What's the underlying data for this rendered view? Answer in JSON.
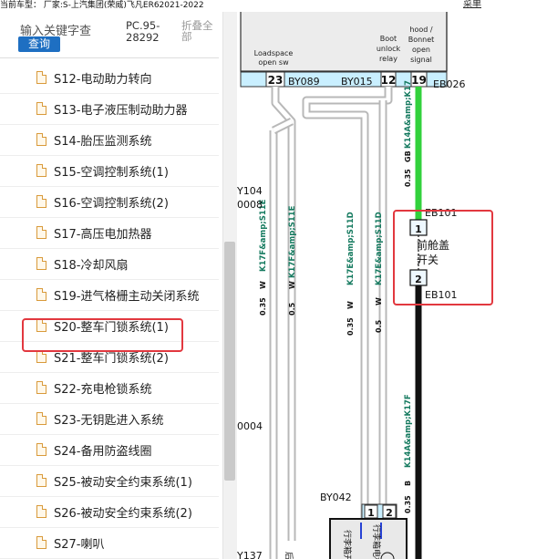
{
  "topbar": {
    "vehicle_text": "当前车型：  厂家:S-上汽集团(荣威)飞凡ER62021-2022"
  },
  "sidebar": {
    "search_placeholder": "输入关键字查",
    "search_button": "查询",
    "pc_code": "PC.95-28292",
    "collapse_all": "折叠全部",
    "items": [
      {
        "label": "S12-电动助力转向"
      },
      {
        "label": "S13-电子液压制动助力器"
      },
      {
        "label": "S14-胎压监测系统"
      },
      {
        "label": "S15-空调控制系统(1)"
      },
      {
        "label": "S16-空调控制系统(2)"
      },
      {
        "label": "S17-高压电加热器"
      },
      {
        "label": "S18-冷却风扇"
      },
      {
        "label": "S19-进气格栅主动关闭系统"
      },
      {
        "label": "S20-整车门锁系统(1)",
        "highlighted": true
      },
      {
        "label": "S21-整车门锁系统(2)"
      },
      {
        "label": "S22-充电枪锁系统"
      },
      {
        "label": "S23-无钥匙进入系统"
      },
      {
        "label": "S24-备用防盗线圈"
      },
      {
        "label": "S25-被动安全约束系统(1)"
      },
      {
        "label": "S26-被动安全约束系统(2)"
      },
      {
        "label": "S27-喇叭"
      }
    ]
  },
  "diagram": {
    "top_link": "菜单",
    "labels": {
      "loadspace": [
        "Loadspace",
        "open sw"
      ],
      "boot": [
        "Boot",
        "unlock",
        "relay"
      ],
      "hood": [
        "hood /",
        "Bonnet",
        "open",
        "signal"
      ],
      "pin_23": "23",
      "pin_12": "12",
      "pin_19": "19",
      "by089": "BY089",
      "by015": "BY015",
      "eb026": "EB026",
      "y104": "Y104",
      "code_0008": "0008",
      "code_0004": "0004",
      "y137": "Y137",
      "eb101_top": "EB101",
      "eb101_bottom": "EB101",
      "pin_1": "1",
      "pin_2": "2",
      "switch_name_1": "前舱盖",
      "switch_name_2": "开关",
      "by042": "BY042",
      "by042_pin1": "1",
      "by042_pin2": "2",
      "wire_k17f_s11e": "K17F&amp;S11E",
      "wire_k17f_s11e_b": "K17F&amp;S11E",
      "wire_k17e_s11d": "K17E&amp;S11D",
      "wire_k17e_s11d_b": "K17E&amp;S11D",
      "wire_k14a_k17f_top": "K14A&amp;K17",
      "wire_k14a_k17f_bottom": "K14A&amp;K17F",
      "gauge_035": "0.35",
      "gauge_05": "0.5",
      "color_w": "W",
      "color_gb": "GB",
      "color_b": "B",
      "bottom_vert_1": "行李箱开关",
      "bottom_vert_2": "行李箱电机",
      "bottom_vert_3": "后"
    }
  }
}
